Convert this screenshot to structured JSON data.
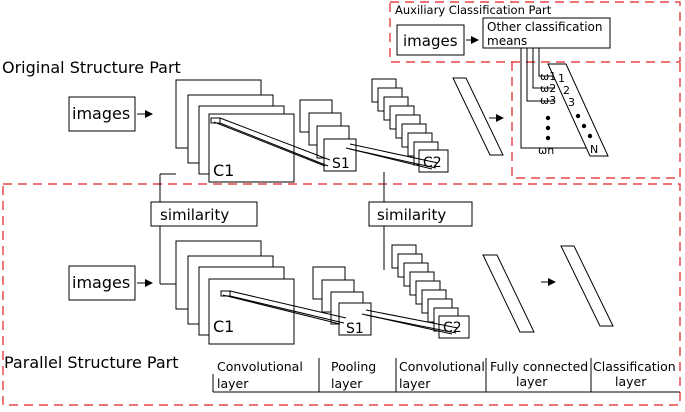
{
  "sections": {
    "original": "Original Structure Part",
    "parallel": "Parallel Structure Part",
    "auxiliary": "Auxiliary Classification Part"
  },
  "inputs": {
    "images_top": "images",
    "images_bottom": "images",
    "images_aux": "images"
  },
  "features": {
    "c1_top": "C1",
    "s1_top": "S1",
    "c2_top": "C2",
    "c1_bottom": "C1",
    "s1_bottom": "S1",
    "c2_bottom": "C2"
  },
  "similarity": {
    "left": "similarity",
    "right": "similarity"
  },
  "auxiliary": {
    "other_line1": "Other classification",
    "other_line2": "means",
    "omega": [
      "ω1",
      "ω2",
      "ω3",
      "ωn"
    ],
    "numbers": [
      "1",
      "2",
      "3",
      "N"
    ]
  },
  "layers": [
    [
      "Convolutional",
      "layer"
    ],
    [
      "Pooling",
      "layer"
    ],
    [
      "Convolutional",
      "layer"
    ],
    [
      "Fully connected",
      "layer"
    ],
    [
      "Classification",
      "layer"
    ]
  ]
}
